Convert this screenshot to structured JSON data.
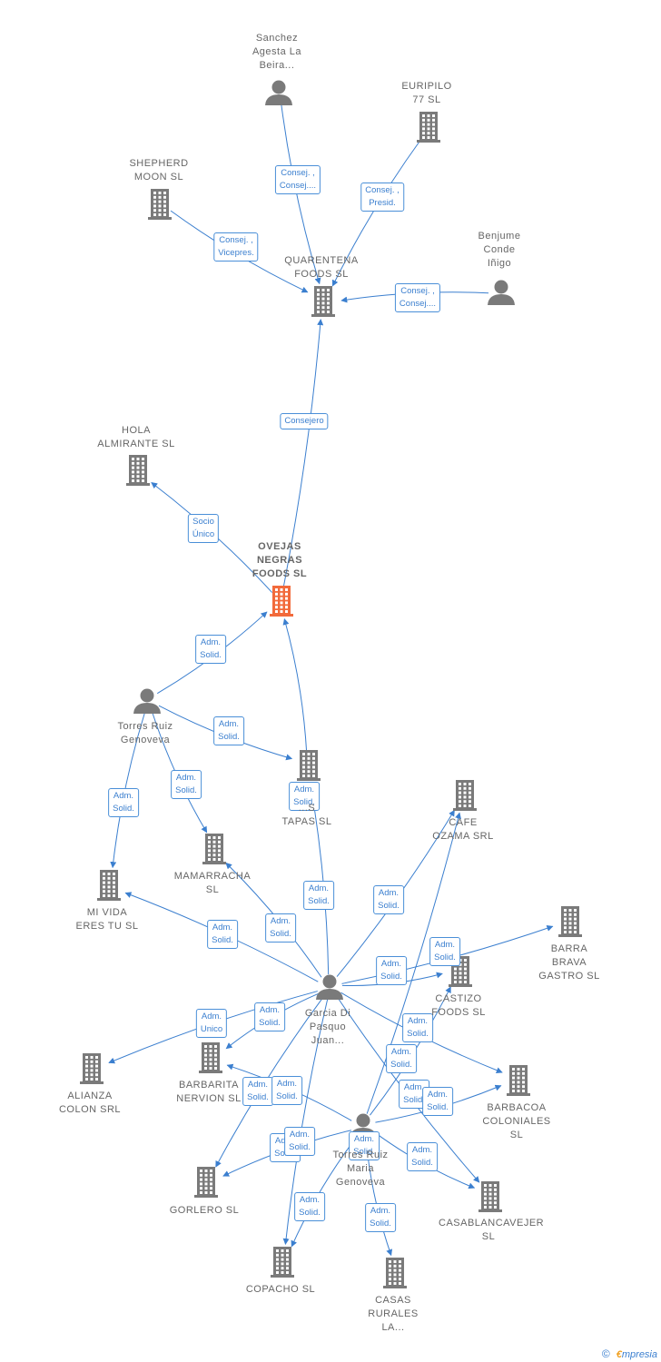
{
  "colors": {
    "node": "#7a7a7a",
    "focus": "#f26a3b",
    "edge": "#3b7fcf"
  },
  "nodes": [
    {
      "id": "sanchez",
      "type": "person",
      "label": [
        "Sanchez",
        "Agesta La",
        "Beira..."
      ]
    },
    {
      "id": "euripilo",
      "type": "company",
      "label": [
        "EURIPILO",
        "77 SL"
      ]
    },
    {
      "id": "shepherd",
      "type": "company",
      "label": [
        "SHEPHERD",
        "MOON  SL"
      ]
    },
    {
      "id": "quarentena",
      "type": "company",
      "label": [
        "QUARENTENA",
        "FOODS  SL"
      ]
    },
    {
      "id": "benjume",
      "type": "person",
      "label": [
        "Benjume",
        "Conde",
        "Iñigo"
      ]
    },
    {
      "id": "hola",
      "type": "company",
      "label": [
        "HOLA",
        "ALMIRANTE  SL"
      ]
    },
    {
      "id": "ovejas",
      "type": "focus",
      "label": [
        "OVEJAS",
        "NEGRAS",
        "FOODS  SL"
      ]
    },
    {
      "id": "torres",
      "type": "person",
      "label": [
        "Torres Ruiz",
        "Genoveva"
      ]
    },
    {
      "id": "tapas",
      "type": "company",
      "label": [
        "...S",
        "TAPAS  SL"
      ]
    },
    {
      "id": "cafe",
      "type": "company",
      "label": [
        "CAFE",
        "OZAMA SRL"
      ]
    },
    {
      "id": "mamarracha",
      "type": "company",
      "label": [
        "MAMARRACHA",
        "SL"
      ]
    },
    {
      "id": "mividas",
      "type": "company",
      "label": [
        "MI VIDA",
        "ERES TU  SL"
      ]
    },
    {
      "id": "barra",
      "type": "company",
      "label": [
        "BARRA",
        "BRAVA",
        "GASTRO  SL"
      ]
    },
    {
      "id": "castizo",
      "type": "company",
      "label": [
        "CASTIZO",
        "FOODS  SL"
      ]
    },
    {
      "id": "garcia",
      "type": "person",
      "label": [
        "Garcia Di",
        "Pasquo",
        "Juan..."
      ]
    },
    {
      "id": "alianza",
      "type": "company",
      "label": [
        "ALIANZA",
        "COLON SRL"
      ]
    },
    {
      "id": "barbarita",
      "type": "company",
      "label": [
        "BARBARITA",
        "NERVION  SL"
      ]
    },
    {
      "id": "barbacoa",
      "type": "company",
      "label": [
        "BARBACOA",
        "COLONIALES",
        "SL"
      ]
    },
    {
      "id": "torres2",
      "type": "person",
      "label": [
        "Torres Ruiz",
        "Maria",
        "Genoveva"
      ]
    },
    {
      "id": "gorlero",
      "type": "company",
      "label": [
        "GORLERO  SL"
      ]
    },
    {
      "id": "casablanca",
      "type": "company",
      "label": [
        "CASABLANCAVEJER",
        "SL"
      ]
    },
    {
      "id": "copacho",
      "type": "company",
      "label": [
        "COPACHO  SL"
      ]
    },
    {
      "id": "casas",
      "type": "company",
      "label": [
        "CASAS",
        "RURALES",
        "LA..."
      ]
    }
  ],
  "edges": [
    {
      "from": "sanchez",
      "to": "quarentena",
      "label": [
        "Consej. ,",
        "Consej...."
      ]
    },
    {
      "from": "euripilo",
      "to": "quarentena",
      "label": [
        "Consej. ,",
        "Presid."
      ]
    },
    {
      "from": "shepherd",
      "to": "quarentena",
      "label": [
        "Consej. ,",
        "Vicepres."
      ]
    },
    {
      "from": "benjume",
      "to": "quarentena",
      "label": [
        "Consej. ,",
        "Consej...."
      ]
    },
    {
      "from": "ovejas",
      "to": "quarentena",
      "label": [
        "Consejero"
      ]
    },
    {
      "from": "ovejas",
      "to": "hola",
      "label": [
        "Socio",
        "Único"
      ]
    },
    {
      "from": "torres",
      "to": "ovejas",
      "label": [
        "Adm.",
        "Solid."
      ]
    },
    {
      "from": "torres",
      "to": "tapas",
      "label": [
        "Adm.",
        "Solid."
      ]
    },
    {
      "from": "torres",
      "to": "mamarracha",
      "label": [
        "Adm.",
        "Solid."
      ]
    },
    {
      "from": "torres",
      "to": "mividas",
      "label": [
        "Adm.",
        "Solid."
      ]
    },
    {
      "from": "tapas",
      "to": "ovejas",
      "label": [
        "Adm.",
        "Solid."
      ]
    },
    {
      "from": "garcia",
      "to": "tapas",
      "label": [
        "Adm.",
        "Solid."
      ]
    },
    {
      "from": "garcia",
      "to": "cafe",
      "label": [
        "Adm.",
        "Solid."
      ]
    },
    {
      "from": "garcia",
      "to": "mamarracha",
      "label": [
        "Adm.",
        "Solid."
      ]
    },
    {
      "from": "garcia",
      "to": "mividas",
      "label": [
        "Adm.",
        "Solid."
      ]
    },
    {
      "from": "garcia",
      "to": "barra",
      "label": [
        "Adm.",
        "Solid."
      ]
    },
    {
      "from": "garcia",
      "to": "castizo",
      "label": [
        "Adm.",
        "Solid."
      ]
    },
    {
      "from": "garcia",
      "to": "alianza",
      "label": [
        "Adm.",
        "Unico"
      ]
    },
    {
      "from": "garcia",
      "to": "barbarita",
      "label": [
        "Adm.",
        "Solid."
      ]
    },
    {
      "from": "garcia",
      "to": "barbacoa",
      "label": [
        "Adm.",
        "Solid."
      ]
    },
    {
      "from": "garcia",
      "to": "casablanca",
      "label": [
        "Adm.",
        "Solid."
      ]
    },
    {
      "from": "garcia",
      "to": "gorlero",
      "label": [
        "Adm.",
        "Solid."
      ]
    },
    {
      "from": "garcia",
      "to": "copacho",
      "label": [
        "Adm.",
        "Solid."
      ]
    },
    {
      "from": "torres2",
      "to": "barbarita",
      "label": [
        "Adm.",
        "Solid."
      ]
    },
    {
      "from": "torres2",
      "to": "gorlero",
      "label": [
        "Adm.",
        "Solid."
      ]
    },
    {
      "from": "torres2",
      "to": "copacho",
      "label": [
        "Adm.",
        "Solid."
      ]
    },
    {
      "from": "torres2",
      "to": "casas",
      "label": [
        "Adm.",
        "Solid."
      ]
    },
    {
      "from": "torres2",
      "to": "casablanca",
      "label": [
        "Adm.",
        "Solid."
      ]
    },
    {
      "from": "torres2",
      "to": "barbacoa",
      "label": [
        "Adm.",
        "Solid."
      ]
    },
    {
      "from": "torres2",
      "to": "castizo",
      "label": [
        "Adm.",
        "Solid."
      ]
    },
    {
      "from": "torres2",
      "to": "cafe",
      "label": [
        "Adm.",
        "Solid."
      ]
    }
  ],
  "footer": {
    "copyright": "©",
    "brand_e": "€",
    "brand_rest": "mpresia"
  }
}
